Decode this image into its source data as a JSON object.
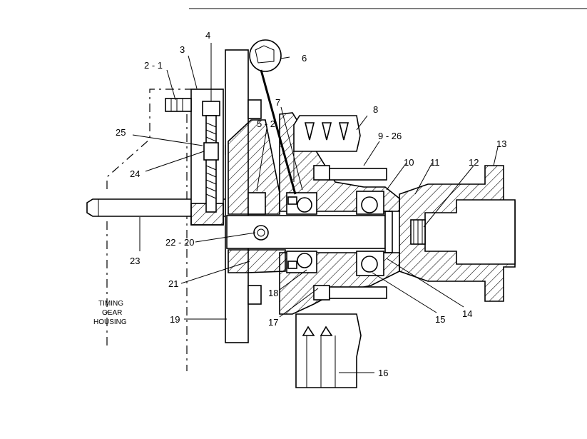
{
  "callouts": [
    {
      "id": "c-2-1",
      "text": "2 - 1"
    },
    {
      "id": "c-3",
      "text": "3"
    },
    {
      "id": "c-4",
      "text": "4"
    },
    {
      "id": "c-6",
      "text": "6"
    },
    {
      "id": "c-5-2",
      "text": "5 - 2"
    },
    {
      "id": "c-7",
      "text": "7"
    },
    {
      "id": "c-8",
      "text": "8"
    },
    {
      "id": "c-9-26",
      "text": "9 - 26"
    },
    {
      "id": "c-10",
      "text": "10"
    },
    {
      "id": "c-11",
      "text": "11"
    },
    {
      "id": "c-12",
      "text": "12"
    },
    {
      "id": "c-13",
      "text": "13"
    },
    {
      "id": "c-25",
      "text": "25"
    },
    {
      "id": "c-24",
      "text": "24"
    },
    {
      "id": "c-23",
      "text": "23"
    },
    {
      "id": "c-22-20",
      "text": "22 - 20"
    },
    {
      "id": "c-21",
      "text": "21"
    },
    {
      "id": "c-19",
      "text": "19"
    },
    {
      "id": "c-18",
      "text": "18"
    },
    {
      "id": "c-17",
      "text": "17"
    },
    {
      "id": "c-16",
      "text": "16"
    },
    {
      "id": "c-15",
      "text": "15"
    },
    {
      "id": "c-14",
      "text": "14"
    }
  ],
  "housing_label": {
    "line1": "TIMING",
    "line2": "GEAR",
    "line3": "HOUSING"
  }
}
